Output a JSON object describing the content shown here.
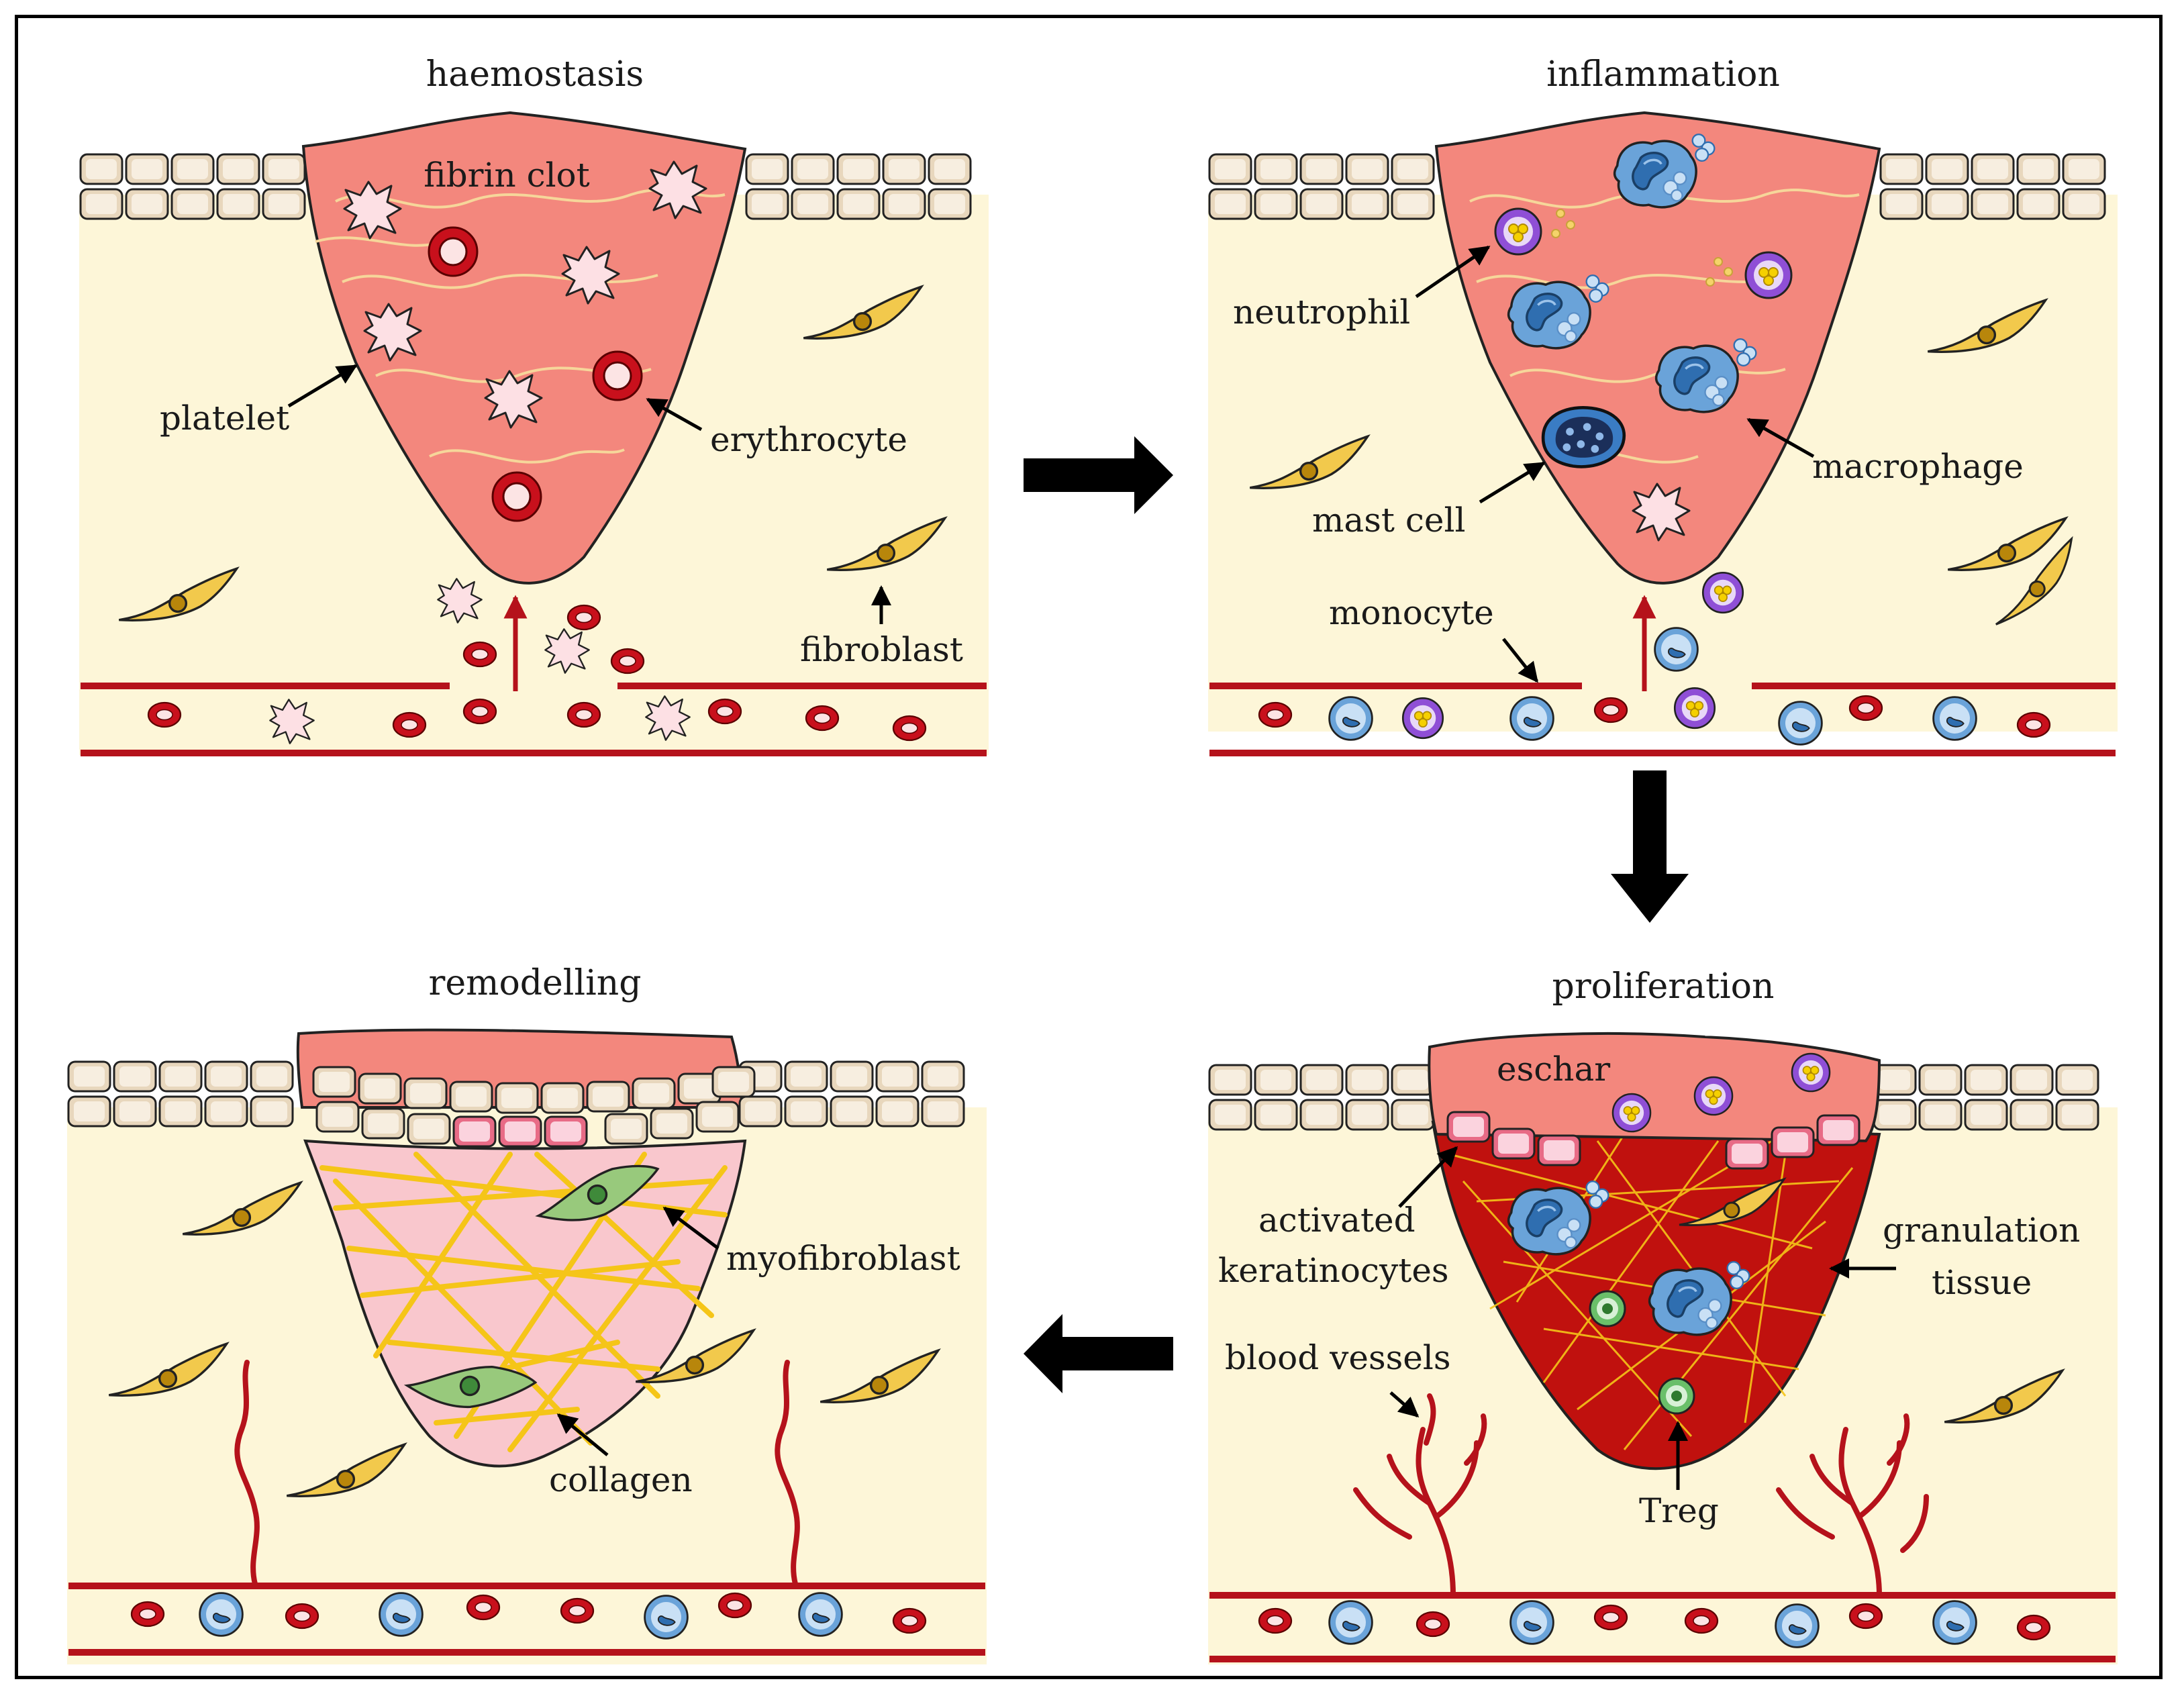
{
  "colors": {
    "dermis": "#fdf6d8",
    "keratinocyte": "#e8d7bd",
    "clot": "#f3877d",
    "granulation": "#c0110e",
    "vessel": "#b5121b",
    "fibroblast": "#f2c94c",
    "myofibroblast": "#98c97c",
    "collagen": "#f5c518",
    "remodel_fill": "#f9c7cd"
  },
  "panels": {
    "haemostasis": {
      "title": "haemostasis",
      "labels": {
        "fibrin_clot": "fibrin clot",
        "platelet": "platelet",
        "erythrocyte": "erythrocyte",
        "fibroblast": "fibroblast"
      }
    },
    "inflammation": {
      "title": "inflammation",
      "labels": {
        "neutrophil": "neutrophil",
        "macrophage": "macrophage",
        "mast_cell": "mast cell",
        "monocyte": "monocyte"
      }
    },
    "proliferation": {
      "title": "proliferation",
      "labels": {
        "eschar": "eschar",
        "activated_1": "activated",
        "activated_2": "keratinocytes",
        "granulation_1": "granulation",
        "granulation_2": "tissue",
        "blood_vessels": "blood vessels",
        "treg": "Treg"
      }
    },
    "remodelling": {
      "title": "remodelling",
      "labels": {
        "myofibroblast": "myofibroblast",
        "collagen": "collagen"
      }
    }
  }
}
